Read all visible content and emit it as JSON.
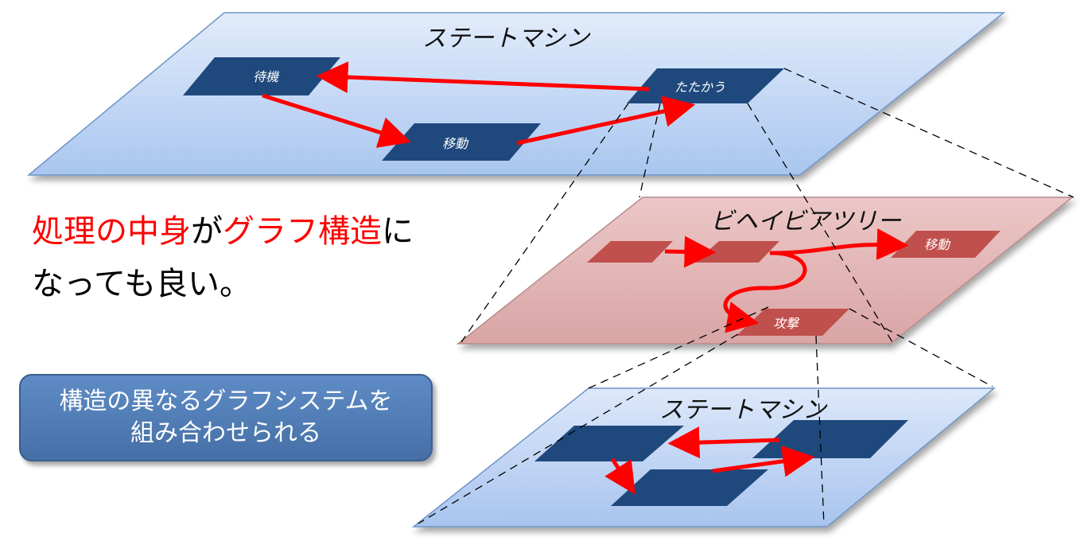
{
  "top_plane": {
    "title": "ステートマシン",
    "nodes": {
      "wait": "待機",
      "move": "移動",
      "fight": "たたかう"
    }
  },
  "middle_plane": {
    "title": "ビヘイビアツリー",
    "nodes": {
      "move": "移動",
      "attack": "攻撃"
    }
  },
  "bottom_plane": {
    "title": "ステートマシン"
  },
  "caption": {
    "part1": "処理の中身",
    "part2": "が",
    "part3": "グラフ構造",
    "part4": "に",
    "line2": "なっても良い。"
  },
  "callout": {
    "line1": "構造の異なるグラフシステムを",
    "line2": "組み合わせられる"
  },
  "colors": {
    "blue_plane": "#c6dbf7",
    "red_plane": "#e0b3b3",
    "navy_node": "#1f497d",
    "red_node": "#c0504d",
    "arrow": "#ff0000"
  }
}
